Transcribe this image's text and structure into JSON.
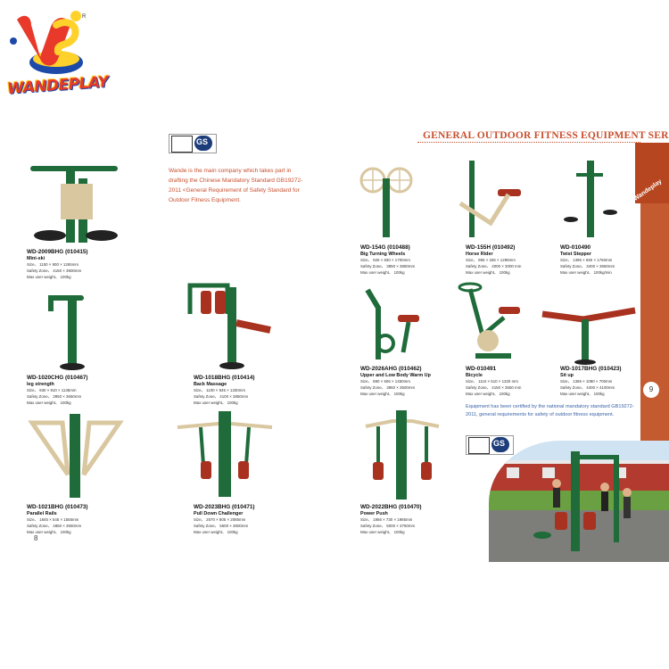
{
  "brand": {
    "name": "WANDEPLAY",
    "registered": "R"
  },
  "header": {
    "series_title": "GENERAL OUTDOOR FITNESS EQUIPMENT SERIES",
    "side_label": "Wandeplay"
  },
  "intro_text": "Wande is the main company which takes part in drafting the Chinese Mandatory Standard GB19272-2011 <General Requirement of Safety Standard for Outdoor Fitness Equipment.",
  "cert_note": "Equipment has been certified by the national mandatory standard GB19272-2011, general requirements for safety of outdoor fitness equipment.",
  "page_numbers": {
    "left": "8",
    "right": "9"
  },
  "colors": {
    "accent": "#c8502f",
    "equipment_green": "#1f6b3a",
    "seat_red": "#a8321f",
    "beige": "#d9c7a0",
    "note_blue": "#3b62a8"
  },
  "products": [
    {
      "code": "WD-2009BHG (010415)",
      "name": "Mini-ski",
      "size": "Size、 1150 × 900 × 1265mm",
      "safety": "Safety Zone、 4150 × 3900mm",
      "max": "Max user weight、 100kg"
    },
    {
      "code": "WD-1020CHG (010467)",
      "name": "leg strength",
      "size": "Size、 930 × 910 × 1135mm",
      "safety": "Safety Zone、 3950 × 3650mm",
      "max": "Max user weight、 100kg"
    },
    {
      "code": "WD-1018BHG (010414)",
      "name": "Back Massage",
      "size": "Size、 1100 × 845 × 1330mm",
      "safety": "Safety Zone、 4100 × 3850mm",
      "max": "Max user weight、 100kg"
    },
    {
      "code": "WD-1021BHG (010473)",
      "name": "Parallel Rails",
      "size": "Size、 1845 × 545 × 1555mm",
      "safety": "Safety Zone、 4850 × 3550mm",
      "max": "Max user weight、 100kg"
    },
    {
      "code": "WD-2023BHG (010471)",
      "name": "Pull Down Challenger",
      "size": "Size、 2570 × 805 × 2085mm",
      "safety": "Safety Zone、 5600 × 3800mm",
      "max": "Max user weight、 100kg"
    },
    {
      "code": "WD-154G (010488)",
      "name": "Big Turning Wheels",
      "size": "Size、 925 × 830 × 1700mm",
      "safety": "Safety Zone、 3850 × 3850mm",
      "max": "Max user weight、 100kg"
    },
    {
      "code": "WD-155H (010492)",
      "name": "Horse Rider",
      "size": "Size、 955 × 336 × 1299mm",
      "safety": "Safety Zone、 4000 × 3000 mm",
      "max": "Max user weight、 100kg"
    },
    {
      "code": "WD-010490",
      "name": "Twist Stepper",
      "size": "Size、 1395 × 650 × 1750mm",
      "safety": "Safety Zone、 3400 × 3650mm",
      "max": "Max user weight、 100kg/min"
    },
    {
      "code": "WD-2026AHG (010462)",
      "name": "Upper and Low Body Warm Up",
      "size": "Size、 890 × 506 × 1450mm",
      "safety": "Safety Zone、 3850 × 3500mm",
      "max": "Max user weight、 100kg"
    },
    {
      "code": "WD-010491",
      "name": "Bicycle",
      "size": "Size、 1110 × 510 × 1320 mm",
      "safety": "Safety Zone、 4150 × 3550 mm",
      "max": "Max user weight、 100kg"
    },
    {
      "code": "WD-1017BHG (010423)",
      "name": "Sit up",
      "size": "Size、 1365 × 1080 × 700mm",
      "safety": "Safety Zone、 4400 × 4100mm",
      "max": "Max user weight、 100kg"
    },
    {
      "code": "WD-2022BHG (010470)",
      "name": "Power Push",
      "size": "Size、 1956 × 730 × 1985mm",
      "safety": "Safety Zone、 5000 × 3750mm",
      "max": "Max user weight、 100kg"
    }
  ]
}
